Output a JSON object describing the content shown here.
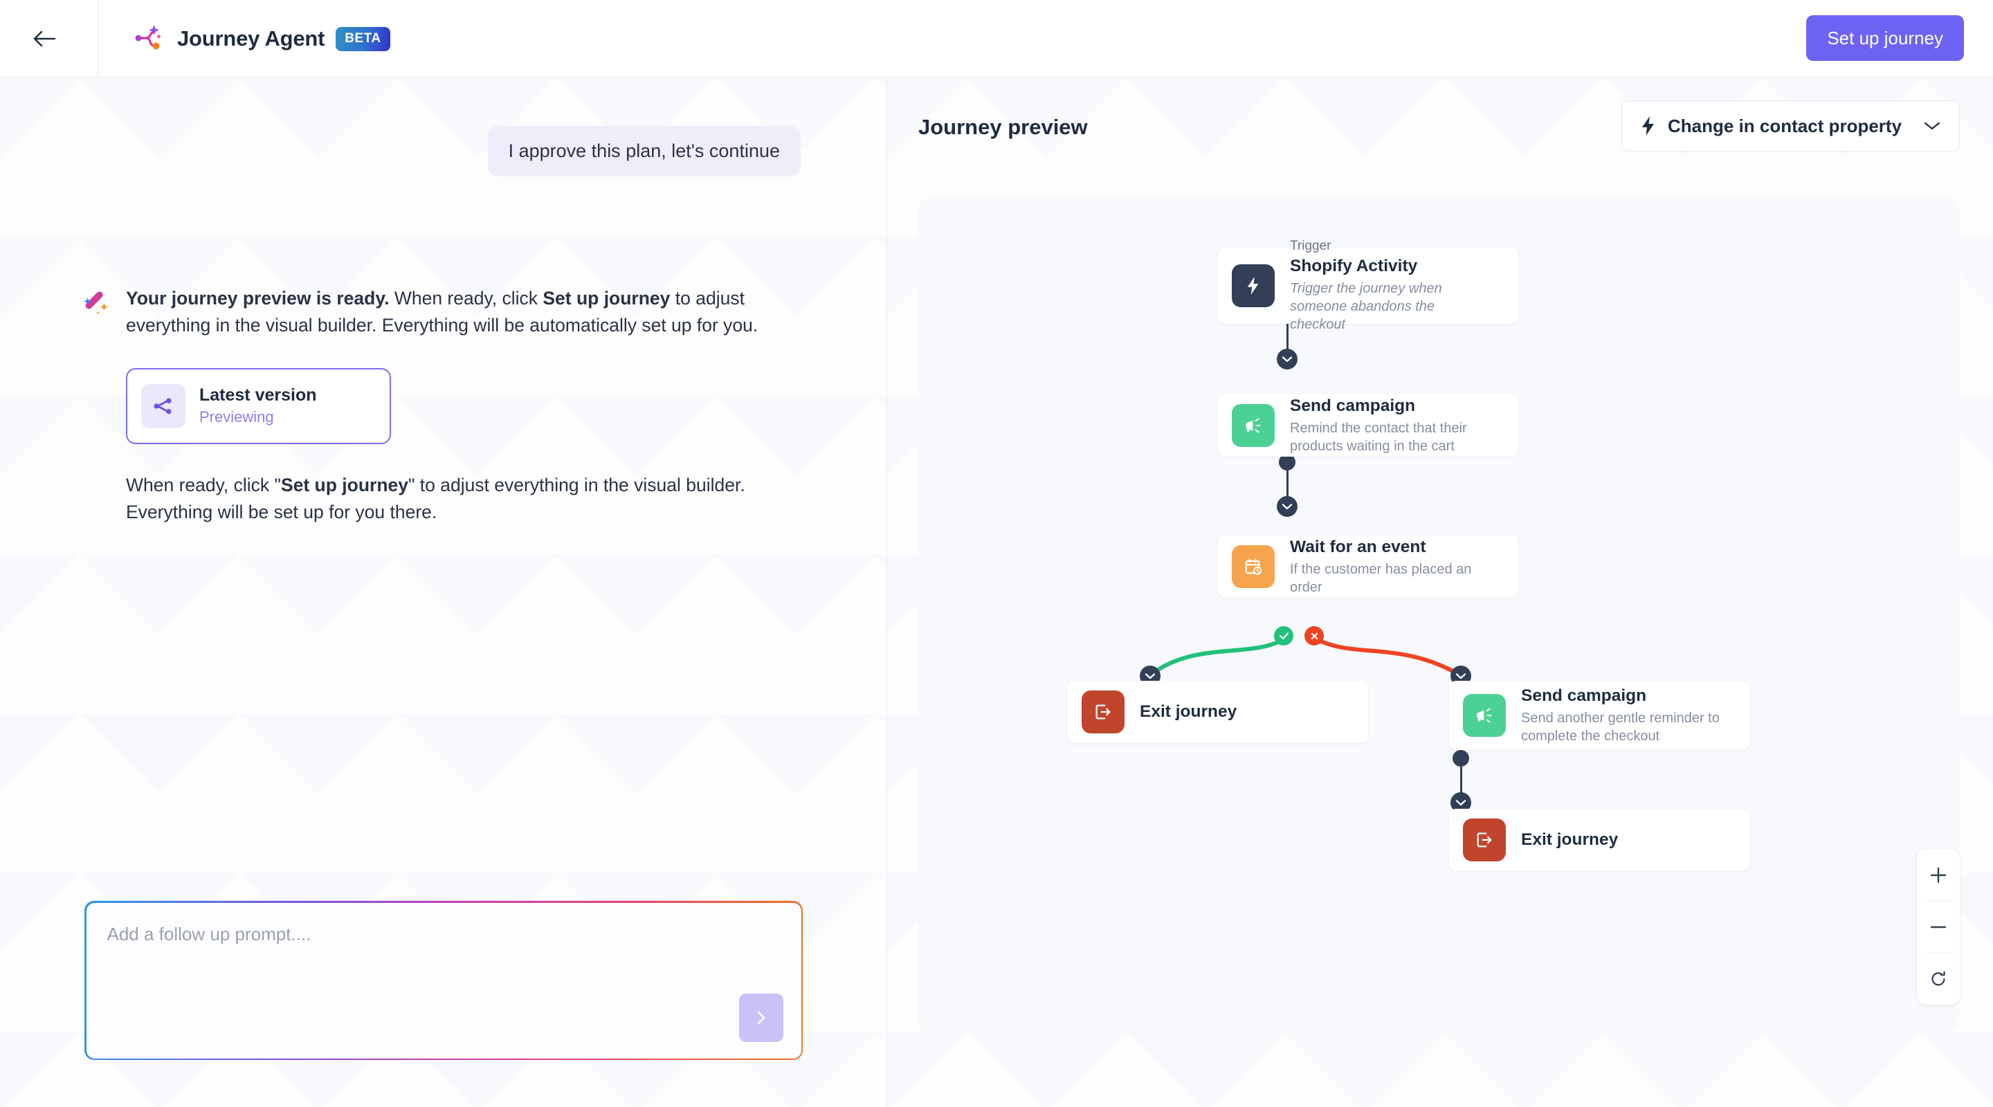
{
  "header": {
    "back_icon": "arrow-left-icon",
    "logo_icon": "journey-graph-logo",
    "title": "Journey Agent",
    "badge": "BETA",
    "primary_action": "Set up journey"
  },
  "chat": {
    "user_message": "I approve this plan, let's continue",
    "assistant_icon": "magic-wand-icon",
    "assistant_message": {
      "lead_bold": "Your journey preview is ready.",
      "rest_1": " When ready, click ",
      "emphasis": "Set up journey",
      "rest_2": " to adjust everything in the visual builder. Everything will be automatically set up for you."
    },
    "version_card": {
      "icon": "share-nodes-icon",
      "title": "Latest version",
      "status": "Previewing"
    },
    "closing_message": {
      "part_1": "When ready, click \"",
      "emphasis": "Set up journey",
      "part_2": "\" to adjust everything in the visual builder. Everything will be set up for you there."
    },
    "composer": {
      "placeholder": "Add a follow up prompt....",
      "value": "",
      "send_icon": "chevron-right-icon"
    }
  },
  "preview": {
    "title": "Journey preview",
    "trigger_select": {
      "icon": "lightning-bolt-icon",
      "label": "Change in contact property",
      "chevron": "chevron-down-icon"
    },
    "zoom_controls": {
      "zoom_in": "plus-icon",
      "zoom_out": "minus-icon",
      "reset": "refresh-icon"
    },
    "nodes": [
      {
        "id": "trigger",
        "kicker": "Trigger",
        "title": "Shopify Activity",
        "desc": "Trigger the journey when someone abandons the checkout",
        "icon": "lightning-bolt-icon",
        "icon_color": "#323f57"
      },
      {
        "id": "send-campaign-1",
        "kicker": "",
        "title": "Send campaign",
        "desc": "Remind the contact that their products waiting in the cart",
        "icon": "megaphone-icon",
        "icon_color": "#4cd195"
      },
      {
        "id": "wait-for-event",
        "kicker": "",
        "title": "Wait for an event",
        "desc": "If the customer has placed an order",
        "icon": "calendar-clock-icon",
        "icon_color": "#f7a44e"
      },
      {
        "id": "exit-journey-yes",
        "kicker": "",
        "title": "Exit journey",
        "desc": "",
        "icon": "exit-door-icon",
        "icon_color": "#c0452c"
      },
      {
        "id": "send-campaign-2",
        "kicker": "",
        "title": "Send campaign",
        "desc": "Send another gentle reminder to complete the checkout",
        "icon": "megaphone-icon",
        "icon_color": "#4cd195"
      },
      {
        "id": "exit-journey-no",
        "kicker": "",
        "title": "Exit journey",
        "desc": "",
        "icon": "exit-door-icon",
        "icon_color": "#c0452c"
      }
    ],
    "branch_badges": {
      "yes": "check-icon",
      "no": "cross-icon"
    }
  },
  "colors": {
    "accent_purple": "#6c63f5",
    "branch_yes_green": "#22c178",
    "branch_no_red": "#ef4423",
    "node_dark": "#323f57",
    "canvas_bg": "#f7f9fc"
  }
}
